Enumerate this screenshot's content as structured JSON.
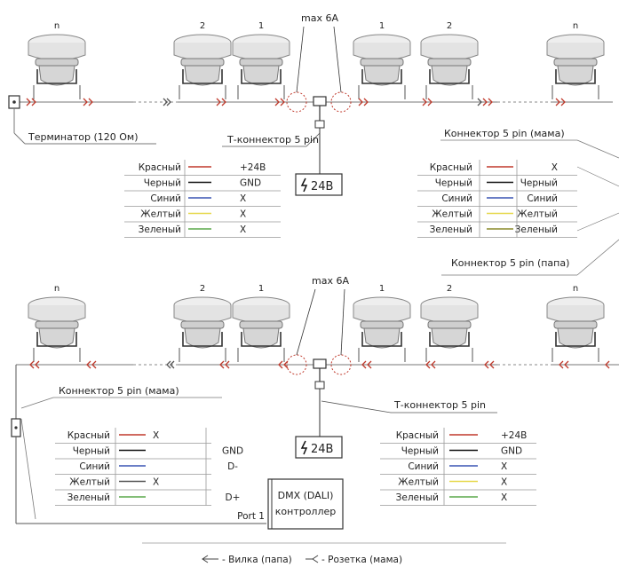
{
  "top": {
    "max_label": "max 6A",
    "lamp_numbers": [
      "n",
      "2",
      "1",
      "1",
      "2",
      "n"
    ],
    "terminator_label": "Терминатор (120 Ом)",
    "tconnector_label": "Т-коннектор 5 pin",
    "power_label": "24В",
    "female_connector_label": "Коннектор 5 pin (мама)",
    "male_connector_label": "Коннектор 5 pin (папа)",
    "t_table": [
      {
        "name": "Красный",
        "color": "#c0392b",
        "value": "+24В"
      },
      {
        "name": "Черный",
        "color": "#111111",
        "value": "GND"
      },
      {
        "name": "Синий",
        "color": "#3a55b4",
        "value": "X"
      },
      {
        "name": "Желтый",
        "color": "#e6d84a",
        "value": "X"
      },
      {
        "name": "Зеленый",
        "color": "#5aa84a",
        "value": "X"
      }
    ],
    "pinmap_table": [
      {
        "name": "Красный",
        "color": "#c0392b",
        "value": "X"
      },
      {
        "name": "Черный",
        "color": "#111111",
        "value": "Черный"
      },
      {
        "name": "Синий",
        "color": "#3a55b4",
        "value": "Синий"
      },
      {
        "name": "Желтый",
        "color": "#e6d84a",
        "value": "Желтый"
      },
      {
        "name": "Зеленый",
        "color": "#8a8a2a",
        "value": "Зеленый"
      }
    ]
  },
  "bottom": {
    "max_label": "max 6A",
    "lamp_numbers": [
      "n",
      "2",
      "1",
      "1",
      "2",
      "n"
    ],
    "female_connector_label": "Коннектор 5 pin (мама)",
    "tconnector_label": "Т-коннектор 5 pin",
    "power_label": "24В",
    "controller_line1": "DMX (DALI)",
    "controller_line2": "контроллер",
    "port_label": "Port 1",
    "dmx_table": [
      {
        "name": "Красный",
        "color": "#c0392b",
        "value": "X",
        "extra": ""
      },
      {
        "name": "Черный",
        "color": "#111111",
        "value": "",
        "extra": "GND"
      },
      {
        "name": "Синий",
        "color": "#3a55b4",
        "value": "",
        "extra": "D-"
      },
      {
        "name": "Желтый",
        "color": "#555555",
        "value": "X",
        "extra": ""
      },
      {
        "name": "Зеленый",
        "color": "#5aa84a",
        "value": "",
        "extra": "D+"
      }
    ],
    "t_table": [
      {
        "name": "Красный",
        "color": "#c0392b",
        "value": "+24В"
      },
      {
        "name": "Черный",
        "color": "#111111",
        "value": "GND"
      },
      {
        "name": "Синий",
        "color": "#3a55b4",
        "value": "X"
      },
      {
        "name": "Желтый",
        "color": "#e6d84a",
        "value": "X"
      },
      {
        "name": "Зеленый",
        "color": "#5aa84a",
        "value": "X"
      }
    ]
  },
  "legend": {
    "plug_label": "- Вилка (папа)",
    "socket_label": "- Розетка (мама)"
  }
}
